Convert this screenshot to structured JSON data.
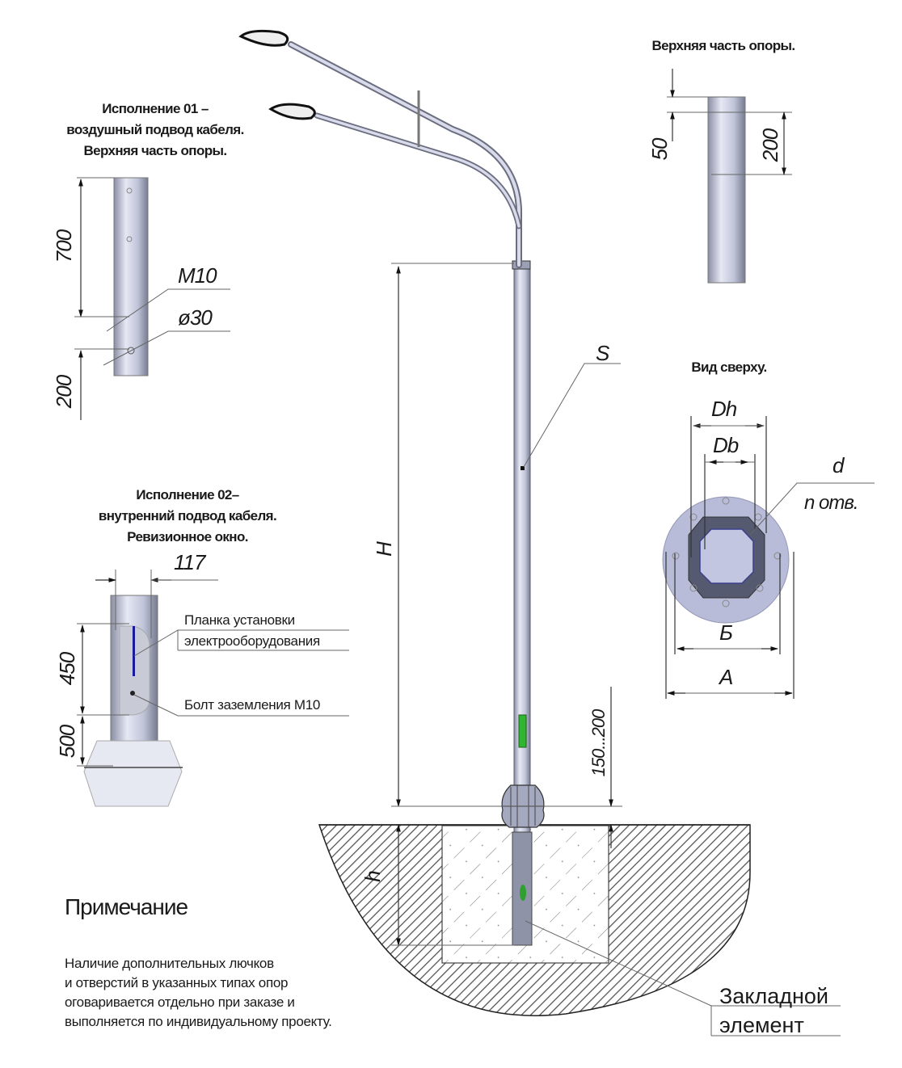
{
  "diagram": {
    "type": "technical-drawing",
    "subject": "street light pole with double bracket"
  },
  "labels": {
    "variant01_title": [
      "Исполнение 01 –",
      "воздушный подвод кабеля.",
      "Верхняя часть опоры."
    ],
    "top_part_title": "Верхняя часть опоры.",
    "variant02_title": [
      "Исполнение 02–",
      "внутренний подвод кабеля.",
      "Ревизионное окно."
    ],
    "top_view_title": "Вид сверху.",
    "note_heading": "Примечание",
    "note_lines": [
      "Наличие  дополнительных лючков",
      "и отверстий в указанных типах опор",
      "оговаривается отдельно при заказе и",
      "выполняется по индивидуальному проекту."
    ],
    "plank_callout": [
      "Планка установки",
      "электрооборудования"
    ],
    "bolt_callout": "Болт заземления М10",
    "embedded_callout": [
      "Закладной",
      "элемент"
    ]
  },
  "dimensions": {
    "v01_top": "700",
    "v01_bottom": "200",
    "v01_thread": "М10",
    "v01_hole": "ø30",
    "top_offset": "50",
    "top_spacing": "200",
    "v02_width": "117",
    "v02_window": "450",
    "v02_base": "500",
    "height": "H",
    "depth": "h",
    "wall": "S",
    "ground_gap": "150...200",
    "top_outer": "Dh",
    "top_inner": "Db",
    "hole_d": "d",
    "hole_n": "n отв.",
    "bolt_b": "Б",
    "flange_a": "A"
  },
  "colors": {
    "pole": "#c9cde0",
    "pole_edge": "#6a6e80",
    "door": "#2fb52f",
    "plank": "#1a1aa0",
    "flange": "#b9bcd8",
    "hatch": "#555555"
  }
}
